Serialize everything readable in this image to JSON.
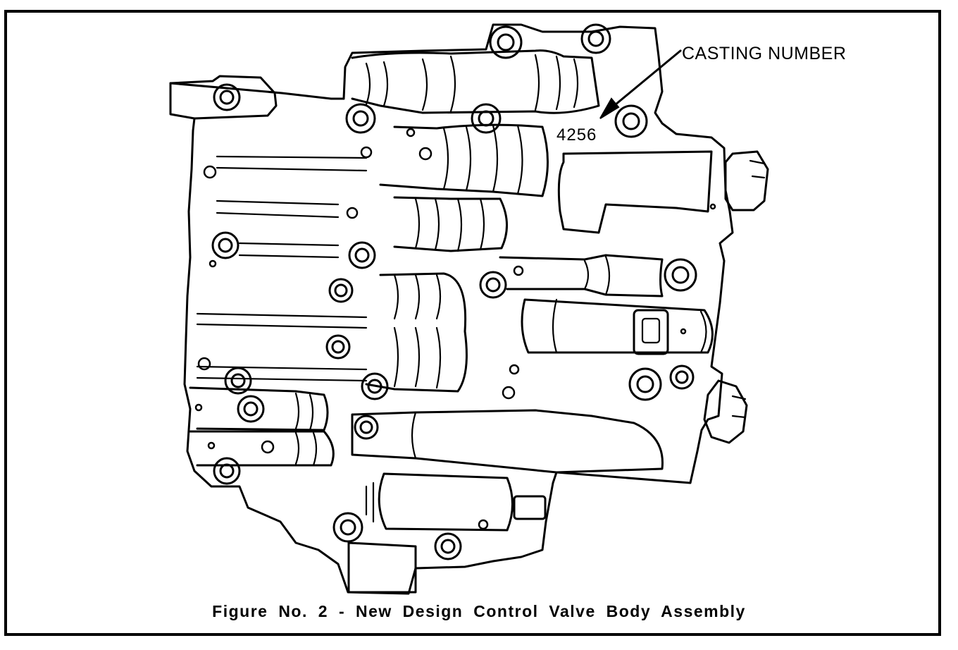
{
  "callout": {
    "label": "CASTING NUMBER",
    "value": "4256"
  },
  "caption": "Figure No. 2 - New Design Control Valve Body Assembly",
  "colors": {
    "ink": "#000000",
    "paper": "#ffffff"
  }
}
